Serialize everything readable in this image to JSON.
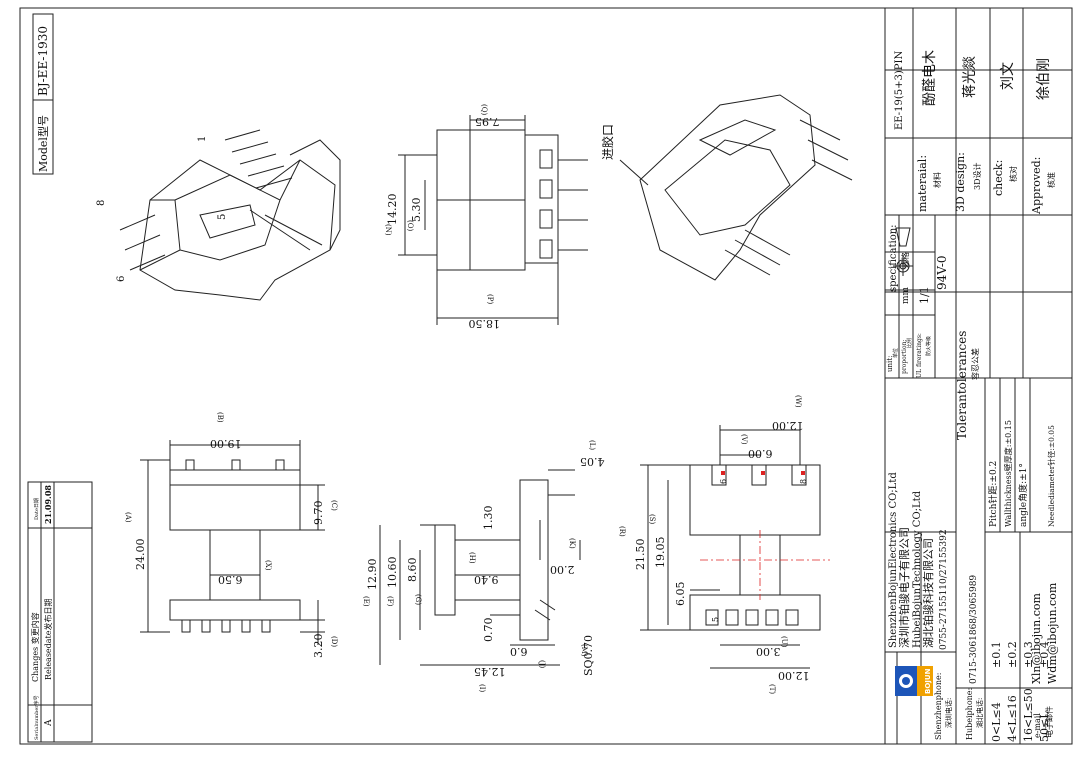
{
  "model": {
    "label": "Model型号",
    "value": "BJ-EE-1930"
  },
  "changes": {
    "serial_header": "Serialnumber序号",
    "changes_header": "Changes 变更内容",
    "date_header": "Date日期",
    "rows": [
      {
        "serial": "A",
        "desc": "Releasedate发布日期",
        "date": "21.09.08"
      }
    ]
  },
  "title_block": {
    "spec_label": "specification:",
    "spec_sub": "规格",
    "spec_value": "EE-19(5+3)PIN",
    "material_label": "materaial:",
    "material_sub": "材料",
    "material_value": "酚醛电木",
    "design_label": "3D design:",
    "design_sub": "3D设计",
    "design_value": "蒋光燚",
    "check_label": "check:",
    "check_sub": "核对",
    "check_value": "刘文",
    "approved_label": "Approved:",
    "approved_sub": "核准",
    "approved_value": "徐伯刚",
    "unit_label": "unit:",
    "unit_sub": "单位",
    "unit_value": "mm",
    "proportion_label": "proportion:",
    "proportion_sub": "比例",
    "proportion_value": "1/1",
    "flame_label": "UL fireratings:",
    "flame_sub": "防火等级",
    "flame_value": "94V-0",
    "tol_title": "Tolerantolerances",
    "tol_sub": "容忍公差",
    "tol_rows": [
      {
        "range": "0<L≤4",
        "value": "±0.1"
      },
      {
        "range": "4<L≤16",
        "value": "±0.2"
      },
      {
        "range": "16<L≤50",
        "value": "±0.3"
      },
      {
        "range": "50≤L",
        "value": "±0.4"
      }
    ],
    "tol_notes": [
      "Pitch针距:±0.2",
      "Wallthickness壁厚度:±0.15",
      "angle角度:±1°",
      "Needlediameter针径:±0.05"
    ],
    "company": [
      "ShenzhenBojunElectronics CO;Ltd",
      "深圳市铂骏电子有限公司",
      "HubeiBojunTechnology CO;Ltd",
      "湖北铂骏科技有限公司"
    ],
    "logo_text": "BOJUN",
    "contacts": [
      {
        "label": "Shenzhenphone:",
        "sub": "深圳电话:",
        "value": "0755-27155110/27155392"
      },
      {
        "label": "Hubeiphone:",
        "sub": "湖北电话:",
        "value": "0715-3061868/3065989"
      },
      {
        "label": "e-mail",
        "sub": "电子邮件",
        "value": "Xln@ibojun.com",
        "value2": "Wdm@ibojun.com"
      }
    ]
  },
  "drawing": {
    "gate_label": "进胶口",
    "pin_labels": {
      "p1": "1",
      "p5": "5",
      "p6": "6",
      "p8": "8",
      "p6b": "6",
      "p8b": "8",
      "p5b": "5"
    },
    "dims": {
      "Q": "7.95",
      "N": "14.20",
      "O": "5.30",
      "P": "18.50",
      "B": "19.00",
      "A": "24.00",
      "C": "9.70",
      "X": "6.50",
      "D": "3.20",
      "L": "4.05",
      "H_top": "1.30",
      "E": "12.90",
      "F": "10.60",
      "G": "8.60",
      "H": "9.40",
      "K": "2.00",
      "I_w": "0.70",
      "J": "6.0",
      "I": "12.45",
      "M": "SQ0.70",
      "W": "12.00",
      "V": "6.00",
      "R": "21.50",
      "S": "19.05",
      "U": "6.05",
      "U2": "3.00",
      "T": "12.00"
    },
    "letters": {
      "Q": "(Q)",
      "N": "(N)",
      "O": "(O)",
      "P": "(P)",
      "B": "(B)",
      "A": "(A)",
      "C": "(C)",
      "X": "(X)",
      "D": "(D)",
      "L": "(L)",
      "E": "(E)",
      "F": "(F)",
      "G": "(G)",
      "H": "(H)",
      "K": "(K)",
      "I": "(I)",
      "J": "(J)",
      "M": "(M)",
      "W": "(W)",
      "V": "(V)",
      "R": "(R)",
      "S": "(S)",
      "U": "(U)",
      "T": "(T)"
    }
  }
}
